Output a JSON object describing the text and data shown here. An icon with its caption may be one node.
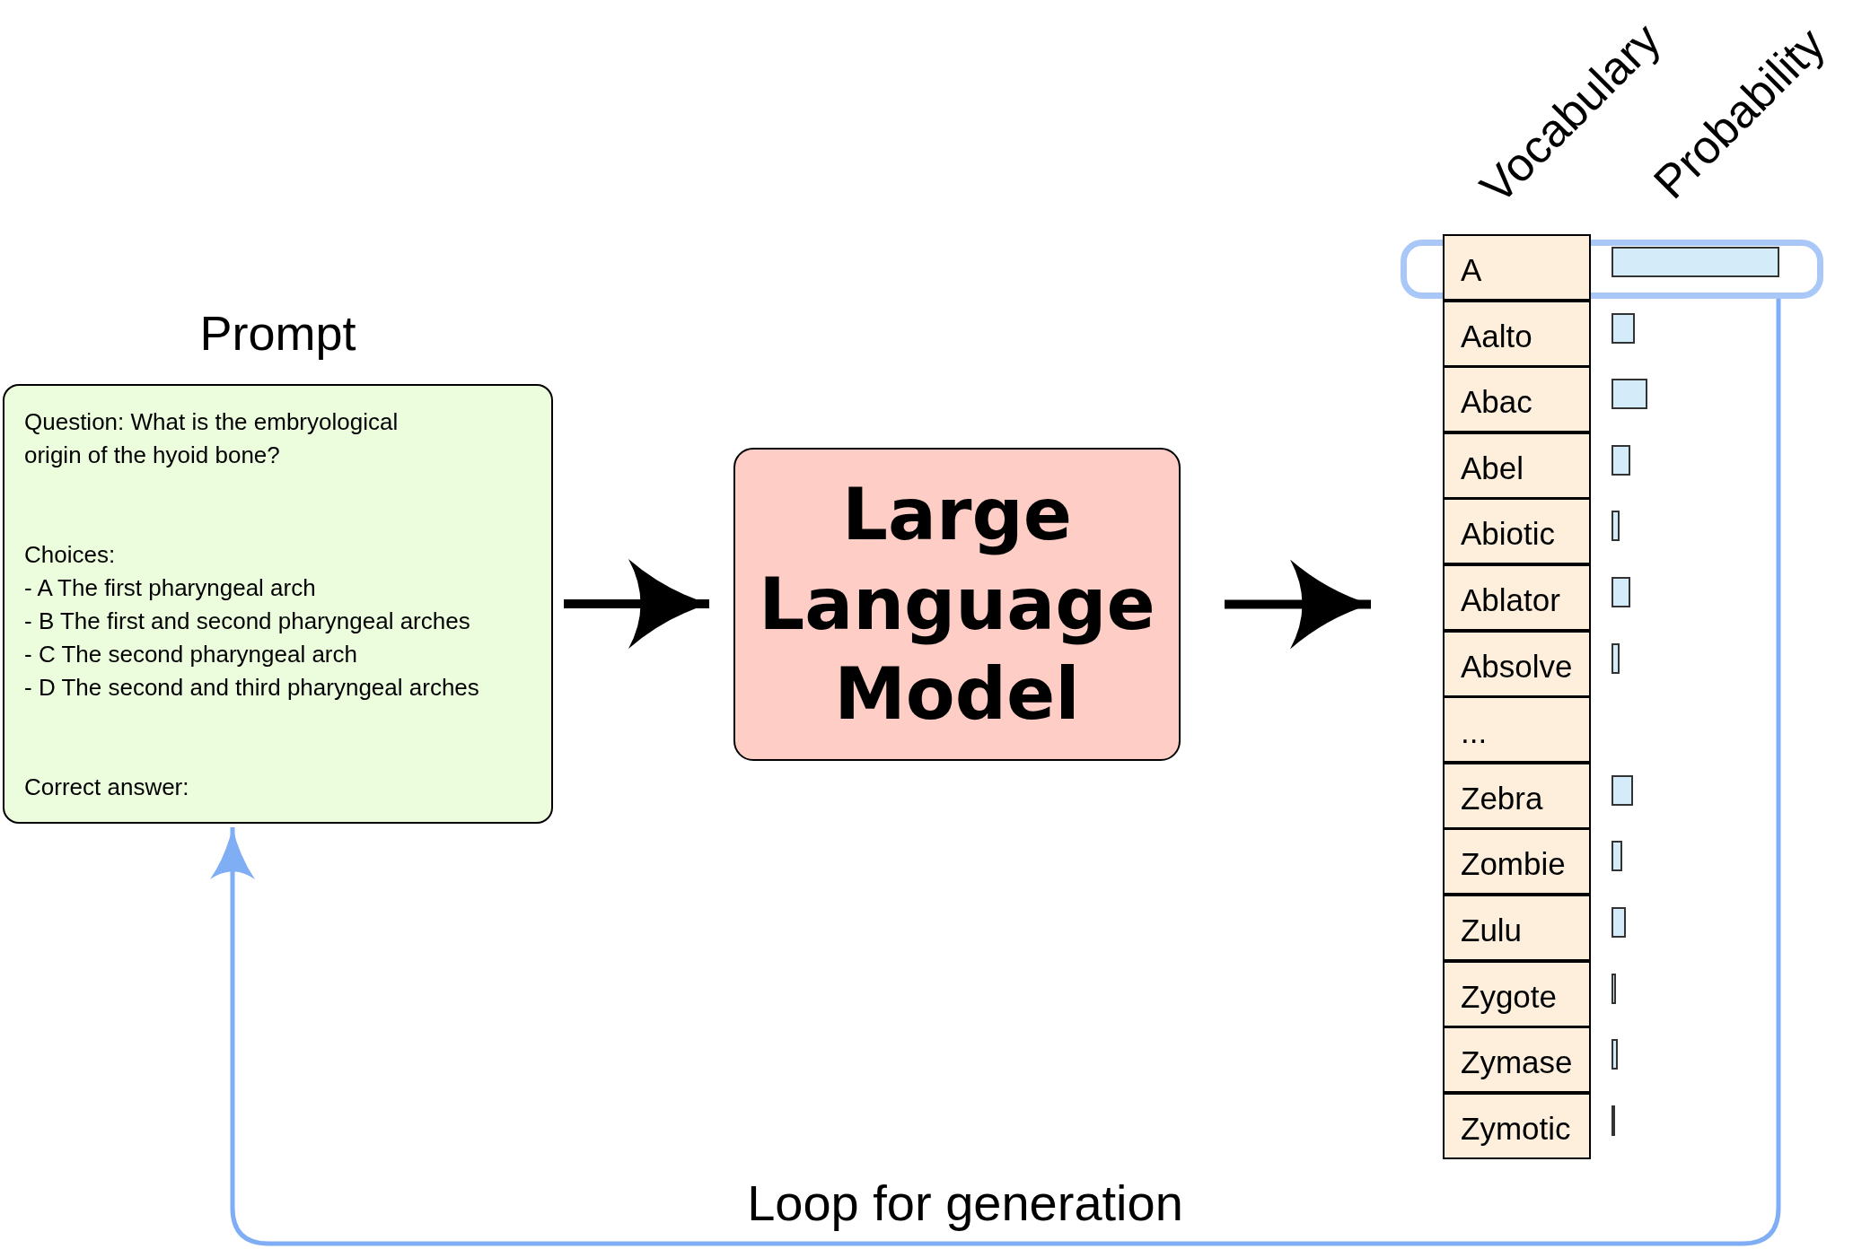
{
  "diagram": {
    "nodes": [
      {
        "text": [
          "Prompt",
          "Question: What is the embryological origin of the hyoid bone?",
          "Choices:",
          "- A The first pharyngeal arch",
          "- B The first and second pharyngeal arches",
          "- C The second pharyngeal arch",
          "- D The second and third pharyngeal arches",
          "Correct answer:"
        ]
      },
      {
        "text": [
          "Large Language Model"
        ]
      },
      {
        "text": [
          "Vocabulary",
          "Probability"
        ]
      },
      {
        "text": [
          "A"
        ],
        "in": 2
      },
      {
        "text": [],
        "shape": "bar",
        "in": 3
      }
    ],
    "edges": [
      {
        "from": 0,
        "to": 1,
        "arrow": "to"
      },
      {
        "from": 1,
        "to": 2,
        "arrow": "to"
      },
      {
        "from": 3,
        "to": 0,
        "arrow": "to",
        "label": "Loop for generation",
        "color": "#80aef5"
      }
    ],
    "labels": [
      "Aalto",
      "Abac",
      "Abel",
      "Abiotic",
      "Ablator",
      "Absolve",
      "...",
      "Zebra",
      "Zombie",
      "Zulu",
      "Zygote",
      "Zymase",
      "Zymotic"
    ]
  }
}
